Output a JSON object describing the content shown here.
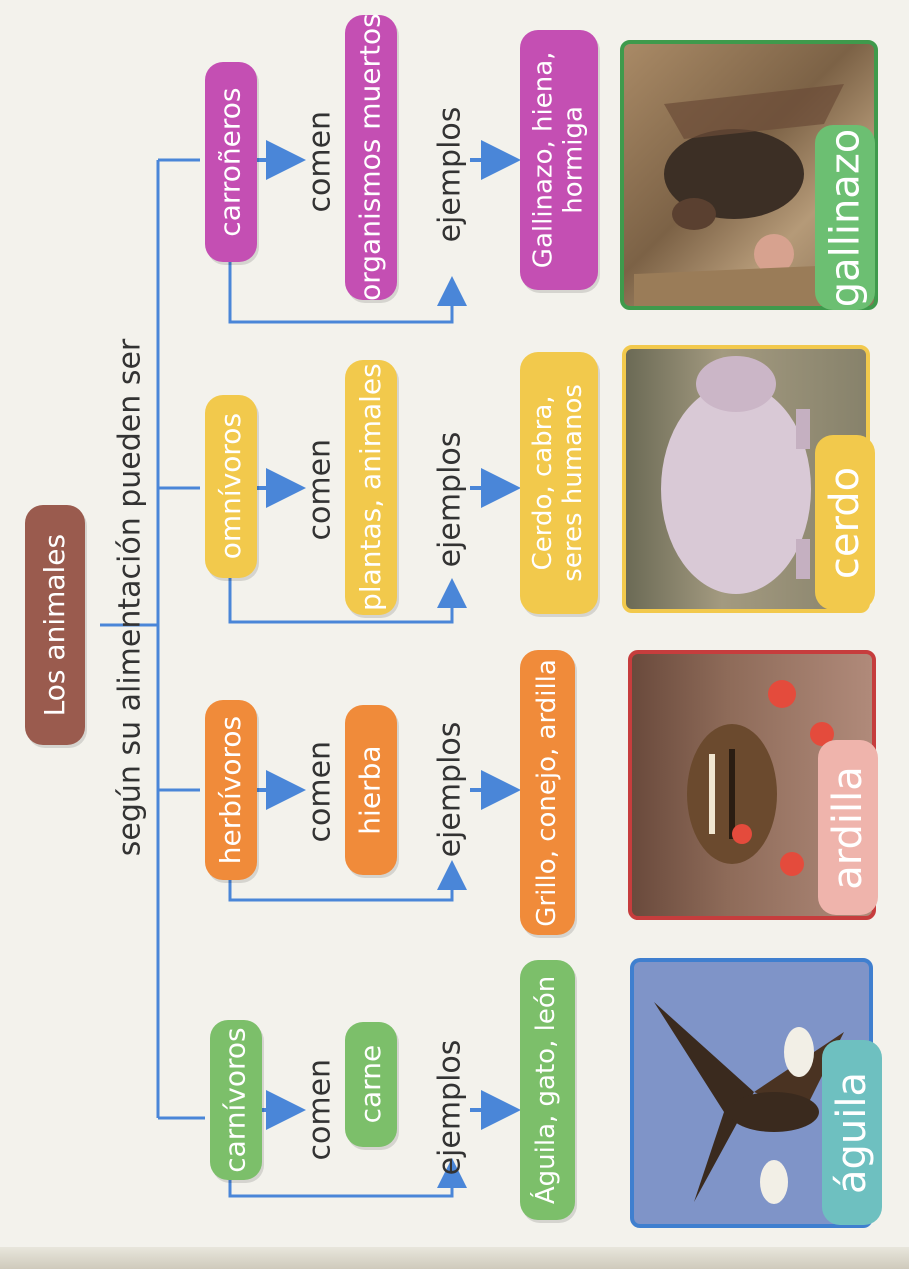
{
  "root": {
    "label": "Los animales"
  },
  "connector": {
    "label": "según su alimentación pueden ser"
  },
  "categories": [
    {
      "name": "carnívoros",
      "eats_label": "comen",
      "eats": "carne",
      "examples_label": "ejemplos",
      "examples": [
        "Águila, gato, león"
      ],
      "photo_tag": "águila",
      "color": "#7cbf6a"
    },
    {
      "name": "herbívoros",
      "eats_label": "comen",
      "eats": "hierba",
      "examples_label": "ejemplos",
      "examples": [
        "Grillo, conejo, ardilla"
      ],
      "photo_tag": "ardilla",
      "color": "#f08b3a"
    },
    {
      "name": "omnívoros",
      "eats_label": "comen",
      "eats": "plantas, animales",
      "examples_label": "ejemplos",
      "examples": [
        "Cerdo, cabra,",
        "seres humanos"
      ],
      "photo_tag": "cerdo",
      "color": "#f2c94c"
    },
    {
      "name": "carroñeros",
      "eats_label": "comen",
      "eats": "organismos muertos",
      "examples_label": "ejemplos",
      "examples": [
        "Gallinazo, hiena,",
        "hormiga"
      ],
      "photo_tag": "gallinazo",
      "color": "#c44fb3"
    }
  ],
  "colors": {
    "root": "#9a5b4e",
    "line": "#4a86d8",
    "carnivoros": "#7cbf6a",
    "herbivoros": "#f08b3a",
    "omnivoros": "#f2c94c",
    "carroneros": "#c44fb3"
  }
}
